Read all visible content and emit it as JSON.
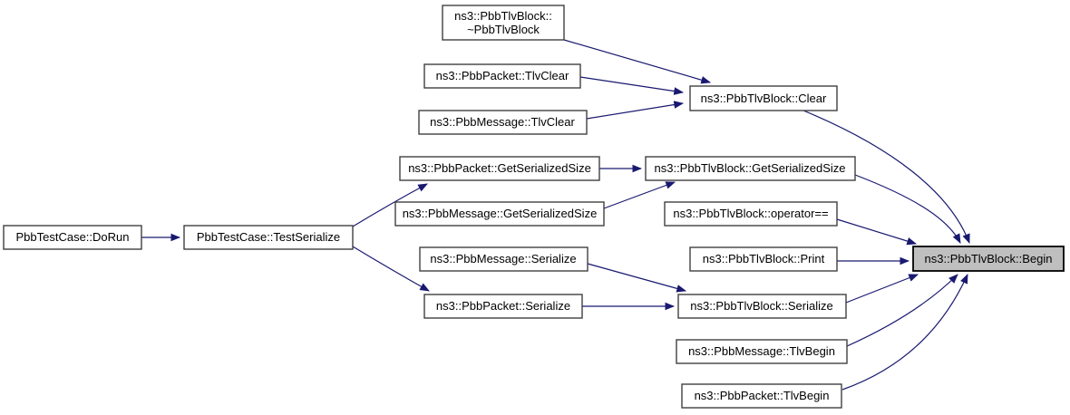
{
  "graph": {
    "kind": "doxygen-call-graph",
    "highlighted_node": "ns3::PbbTlvBlock::Begin",
    "colors": {
      "background": "#ffffff",
      "edge": "#191970",
      "node_border": "#404040",
      "node_fill": "#ffffff",
      "highlight_fill": "#bfbfbf",
      "highlight_border": "#000000",
      "text": "#000000"
    },
    "nodes": {
      "dtor": {
        "line1": "ns3::PbbTlvBlock::",
        "line2": "~PbbTlvBlock"
      },
      "packet_tlvclear": {
        "label": "ns3::PbbPacket::TlvClear"
      },
      "message_tlvclear": {
        "label": "ns3::PbbMessage::TlvClear"
      },
      "clear": {
        "label": "ns3::PbbTlvBlock::Clear"
      },
      "packet_gss": {
        "label": "ns3::PbbPacket::GetSerializedSize"
      },
      "tlvblock_gss": {
        "label": "ns3::PbbTlvBlock::GetSerializedSize"
      },
      "message_gss": {
        "label": "ns3::PbbMessage::GetSerializedSize"
      },
      "operator_eq": {
        "label": "ns3::PbbTlvBlock::operator=="
      },
      "dorun": {
        "label": "PbbTestCase::DoRun"
      },
      "testserialize": {
        "label": "PbbTestCase::TestSerialize"
      },
      "message_serialize": {
        "label": "ns3::PbbMessage::Serialize"
      },
      "print": {
        "label": "ns3::PbbTlvBlock::Print"
      },
      "packet_serialize": {
        "label": "ns3::PbbPacket::Serialize"
      },
      "tlvblock_serialize": {
        "label": "ns3::PbbTlvBlock::Serialize"
      },
      "begin": {
        "label": "ns3::PbbTlvBlock::Begin"
      },
      "message_tlvbegin": {
        "label": "ns3::PbbMessage::TlvBegin"
      },
      "packet_tlvbegin": {
        "label": "ns3::PbbPacket::TlvBegin"
      }
    },
    "edges": [
      {
        "from": "ns3::PbbTlvBlock::~PbbTlvBlock",
        "to": "ns3::PbbTlvBlock::Clear"
      },
      {
        "from": "ns3::PbbPacket::TlvClear",
        "to": "ns3::PbbTlvBlock::Clear"
      },
      {
        "from": "ns3::PbbMessage::TlvClear",
        "to": "ns3::PbbTlvBlock::Clear"
      },
      {
        "from": "ns3::PbbTlvBlock::Clear",
        "to": "ns3::PbbTlvBlock::Begin"
      },
      {
        "from": "ns3::PbbPacket::GetSerializedSize",
        "to": "ns3::PbbTlvBlock::GetSerializedSize"
      },
      {
        "from": "ns3::PbbMessage::GetSerializedSize",
        "to": "ns3::PbbTlvBlock::GetSerializedSize"
      },
      {
        "from": "ns3::PbbTlvBlock::GetSerializedSize",
        "to": "ns3::PbbTlvBlock::Begin"
      },
      {
        "from": "ns3::PbbTlvBlock::operator==",
        "to": "ns3::PbbTlvBlock::Begin"
      },
      {
        "from": "PbbTestCase::DoRun",
        "to": "PbbTestCase::TestSerialize"
      },
      {
        "from": "PbbTestCase::TestSerialize",
        "to": "ns3::PbbPacket::GetSerializedSize"
      },
      {
        "from": "PbbTestCase::TestSerialize",
        "to": "ns3::PbbPacket::Serialize"
      },
      {
        "from": "ns3::PbbMessage::Serialize",
        "to": "ns3::PbbTlvBlock::Serialize"
      },
      {
        "from": "ns3::PbbPacket::Serialize",
        "to": "ns3::PbbTlvBlock::Serialize"
      },
      {
        "from": "ns3::PbbTlvBlock::Print",
        "to": "ns3::PbbTlvBlock::Begin"
      },
      {
        "from": "ns3::PbbTlvBlock::Serialize",
        "to": "ns3::PbbTlvBlock::Begin"
      },
      {
        "from": "ns3::PbbMessage::TlvBegin",
        "to": "ns3::PbbTlvBlock::Begin"
      },
      {
        "from": "ns3::PbbPacket::TlvBegin",
        "to": "ns3::PbbTlvBlock::Begin"
      }
    ]
  }
}
